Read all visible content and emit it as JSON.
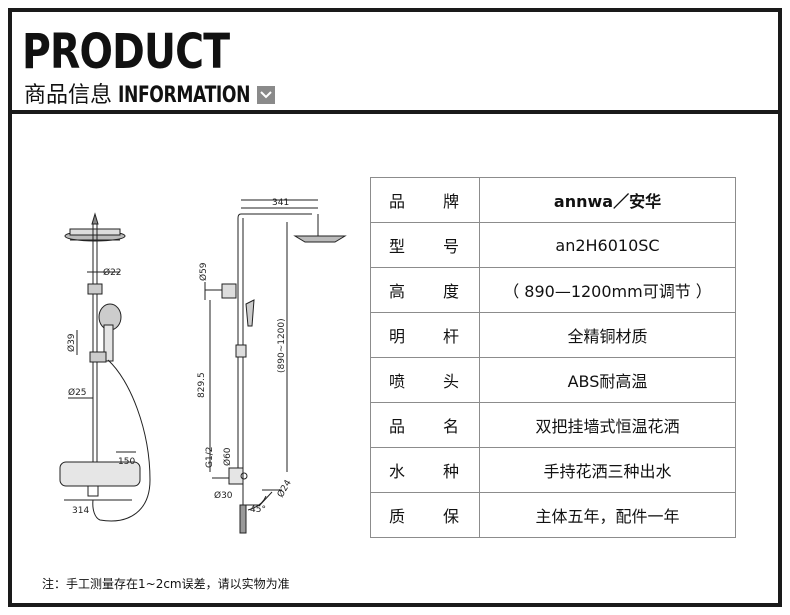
{
  "header": {
    "title": "PRODUCT",
    "subtitle_cn": "商品信息",
    "subtitle_en": "INFORMATION"
  },
  "drawing_front": {
    "dim_22": "Ø22",
    "dim_39": "Ø39",
    "dim_25": "Ø25",
    "dim_150": "150",
    "dim_314": "314"
  },
  "drawing_side": {
    "dim_341": "341",
    "dim_59": "Ø59",
    "dim_8295": "829.5",
    "dim_range": "(890~1200)",
    "dim_g12": "G1/2",
    "dim_60": "Ø60",
    "dim_30": "Ø30",
    "dim_24": "Ø24",
    "dim_45": "45°"
  },
  "specs": [
    {
      "k1": "品",
      "k2": "牌",
      "value": "annwa／安华"
    },
    {
      "k1": "型",
      "k2": "号",
      "value": "an2H6010SC"
    },
    {
      "k1": "高",
      "k2": "度",
      "value": "（ 890—1200mm可调节 ）"
    },
    {
      "k1": "明",
      "k2": "杆",
      "value": "全精铜材质"
    },
    {
      "k1": "喷",
      "k2": "头",
      "value": "ABS耐高温"
    },
    {
      "k1": "品",
      "k2": "名",
      "value": "双把挂墙式恒温花洒"
    },
    {
      "k1": "水",
      "k2": "种",
      "value": "手持花洒三种出水"
    },
    {
      "k1": "质",
      "k2": "保",
      "value": "主体五年，配件一年"
    }
  ],
  "note": "注：手工测量存在1~2cm误差，请以实物为准",
  "colors": {
    "frame": "#1a1a1a",
    "table_border": "#8c8c8c",
    "chevron_bg": "#8a8a8a"
  }
}
